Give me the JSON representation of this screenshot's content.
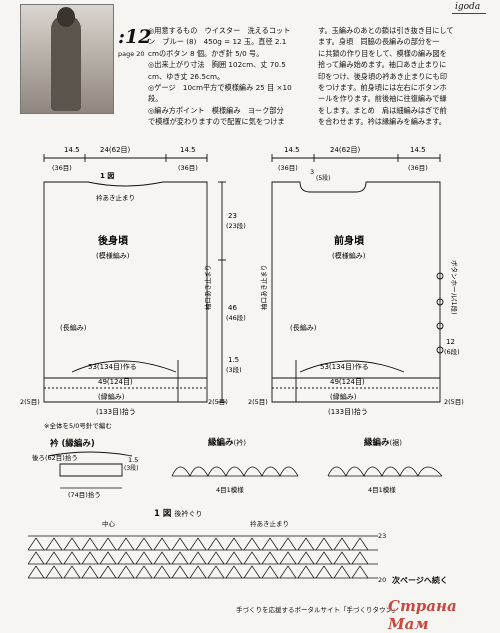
{
  "header": {
    "logo": "igoda",
    "number": ":12",
    "page_label": "page 20"
  },
  "info_left": {
    "lines": [
      "◎用意するもの　ウイスター　洗えるコット",
      "ン　ブルー (8)　450g = 12 玉。直径 2.1",
      "cmのボタン 8 個。かぎ針 5/0 号。",
      "◎出来上がり寸法　胸囲 102cm、丈 70.5",
      "cm、ゆき丈 26.5cm。",
      "◎ゲージ　10cm平方で模様編み 25 目 ×10",
      "段。",
      "◎編み方ポイント　模様編み　ヨーク部分",
      "で模様が変わりますので配置に気をつけま"
    ]
  },
  "info_right": {
    "lines": [
      "す。玉編みのあとの鎖は引き抜き目にして",
      "ます。身頃　同脇の長編みの部分を一",
      "に共鎖の作り目をして、模様の編み図を",
      "拾って編み始めます。袖口あき止まりに",
      "印をつけ、後身頃の衿あき止まりにも印",
      "をつけます。前身頃には左右にボタンホ",
      "ールを作ります。前後袖に往復編みで縁",
      "をします。まとめ　肩は細編みはぎで前",
      "を合わせます。衿は縁編みを編みます。"
    ]
  },
  "diagram_top": {
    "fig_label": "1 図",
    "back": {
      "top_dims": [
        "14.5",
        "24(62目)",
        "14.5"
      ],
      "top_sub": [
        "(36目)",
        "(36目)"
      ],
      "neck_label": "衿あき止まり",
      "title": "後身頃",
      "subtitle": "(模様編み)",
      "sleeve_label": "袖口あき止まり",
      "long_label": "(長編み)",
      "side_dims": [
        "23",
        "(23段)",
        "46",
        "(46段)",
        "1.5",
        "(3段)"
      ],
      "foundation_1": "53(134目)作る",
      "foundation_2": "49(124目)",
      "edge_label": "(縁編み)",
      "bottom": "(133目)拾う",
      "left_corner": "2(5目)",
      "right_corner": "2(5目)",
      "note": "※全体を5/0号針で編む"
    },
    "front": {
      "top_dims": [
        "14.5",
        "24(62目)",
        "14.5"
      ],
      "top_sub": [
        "(36目)",
        "(36目)"
      ],
      "neck_dims": [
        "3",
        "(5段)"
      ],
      "title": "前身頃",
      "subtitle": "(模様編み)",
      "sleeve_label": "袖口あき止まり",
      "buttonhole": "ボタンホール(1段)",
      "long_label": "(長編み)",
      "side_dims": [
        "12",
        "(6段)"
      ],
      "foundation_1": "53(134目)作る",
      "foundation_2": "49(124目)",
      "edge_label": "(縁編み)",
      "bottom": "(133目)拾う",
      "left_corner": "2(5目)",
      "right_corner": "2(5目)"
    }
  },
  "collar": {
    "title": "衿 (縁編み)",
    "line1": "後ろ(62目)拾う",
    "side": "1.5",
    "side_sub": "(3段)",
    "bottom": "(74目)拾う"
  },
  "edging_sleeve": {
    "title": "縁編み",
    "sub": "(衿)",
    "repeat": "4目1模様"
  },
  "edging_hem": {
    "title": "縁編み",
    "sub": "(裾)",
    "repeat": "4目1模様"
  },
  "chart_bottom": {
    "label": "1 図",
    "sub": "後衿ぐり",
    "center": "中心",
    "neck_stop": "衿あき止まり",
    "row_23": "23",
    "row_20": "20"
  },
  "footer": {
    "continue": "次ページへ続く",
    "site": "手づくりを応援するポータルサイト「手づくりタウン」",
    "watermark": "Страна Мам"
  }
}
